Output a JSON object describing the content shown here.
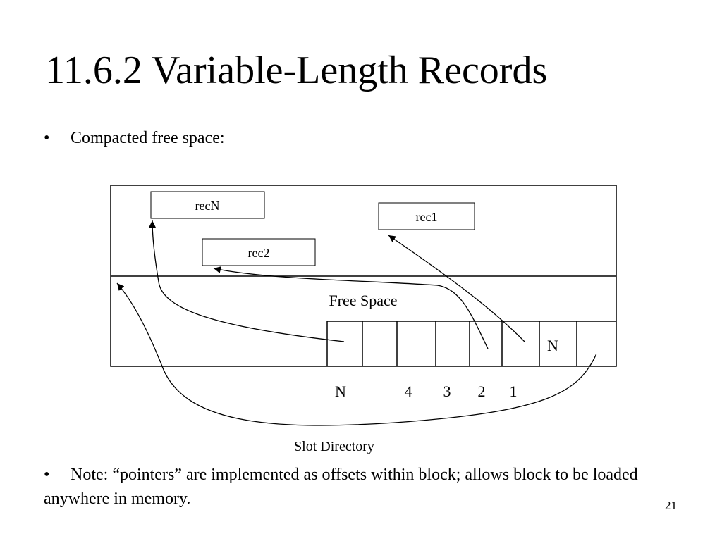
{
  "title": "11.6.2 Variable-Length Records",
  "bullets": {
    "first": "Compacted free space:",
    "note": "Note: “pointers” are implemented as offsets within block; allows block to be loaded anywhere in memory.",
    "marker": "•"
  },
  "diagram": {
    "records": {
      "recN": "recN",
      "rec1": "rec1",
      "rec2": "rec2"
    },
    "free_space": "Free Space",
    "slot_cell_label": "N",
    "slot_indices": [
      "N",
      "4",
      "3",
      "2",
      "1"
    ],
    "slot_directory": "Slot Directory"
  },
  "page_number": "21"
}
